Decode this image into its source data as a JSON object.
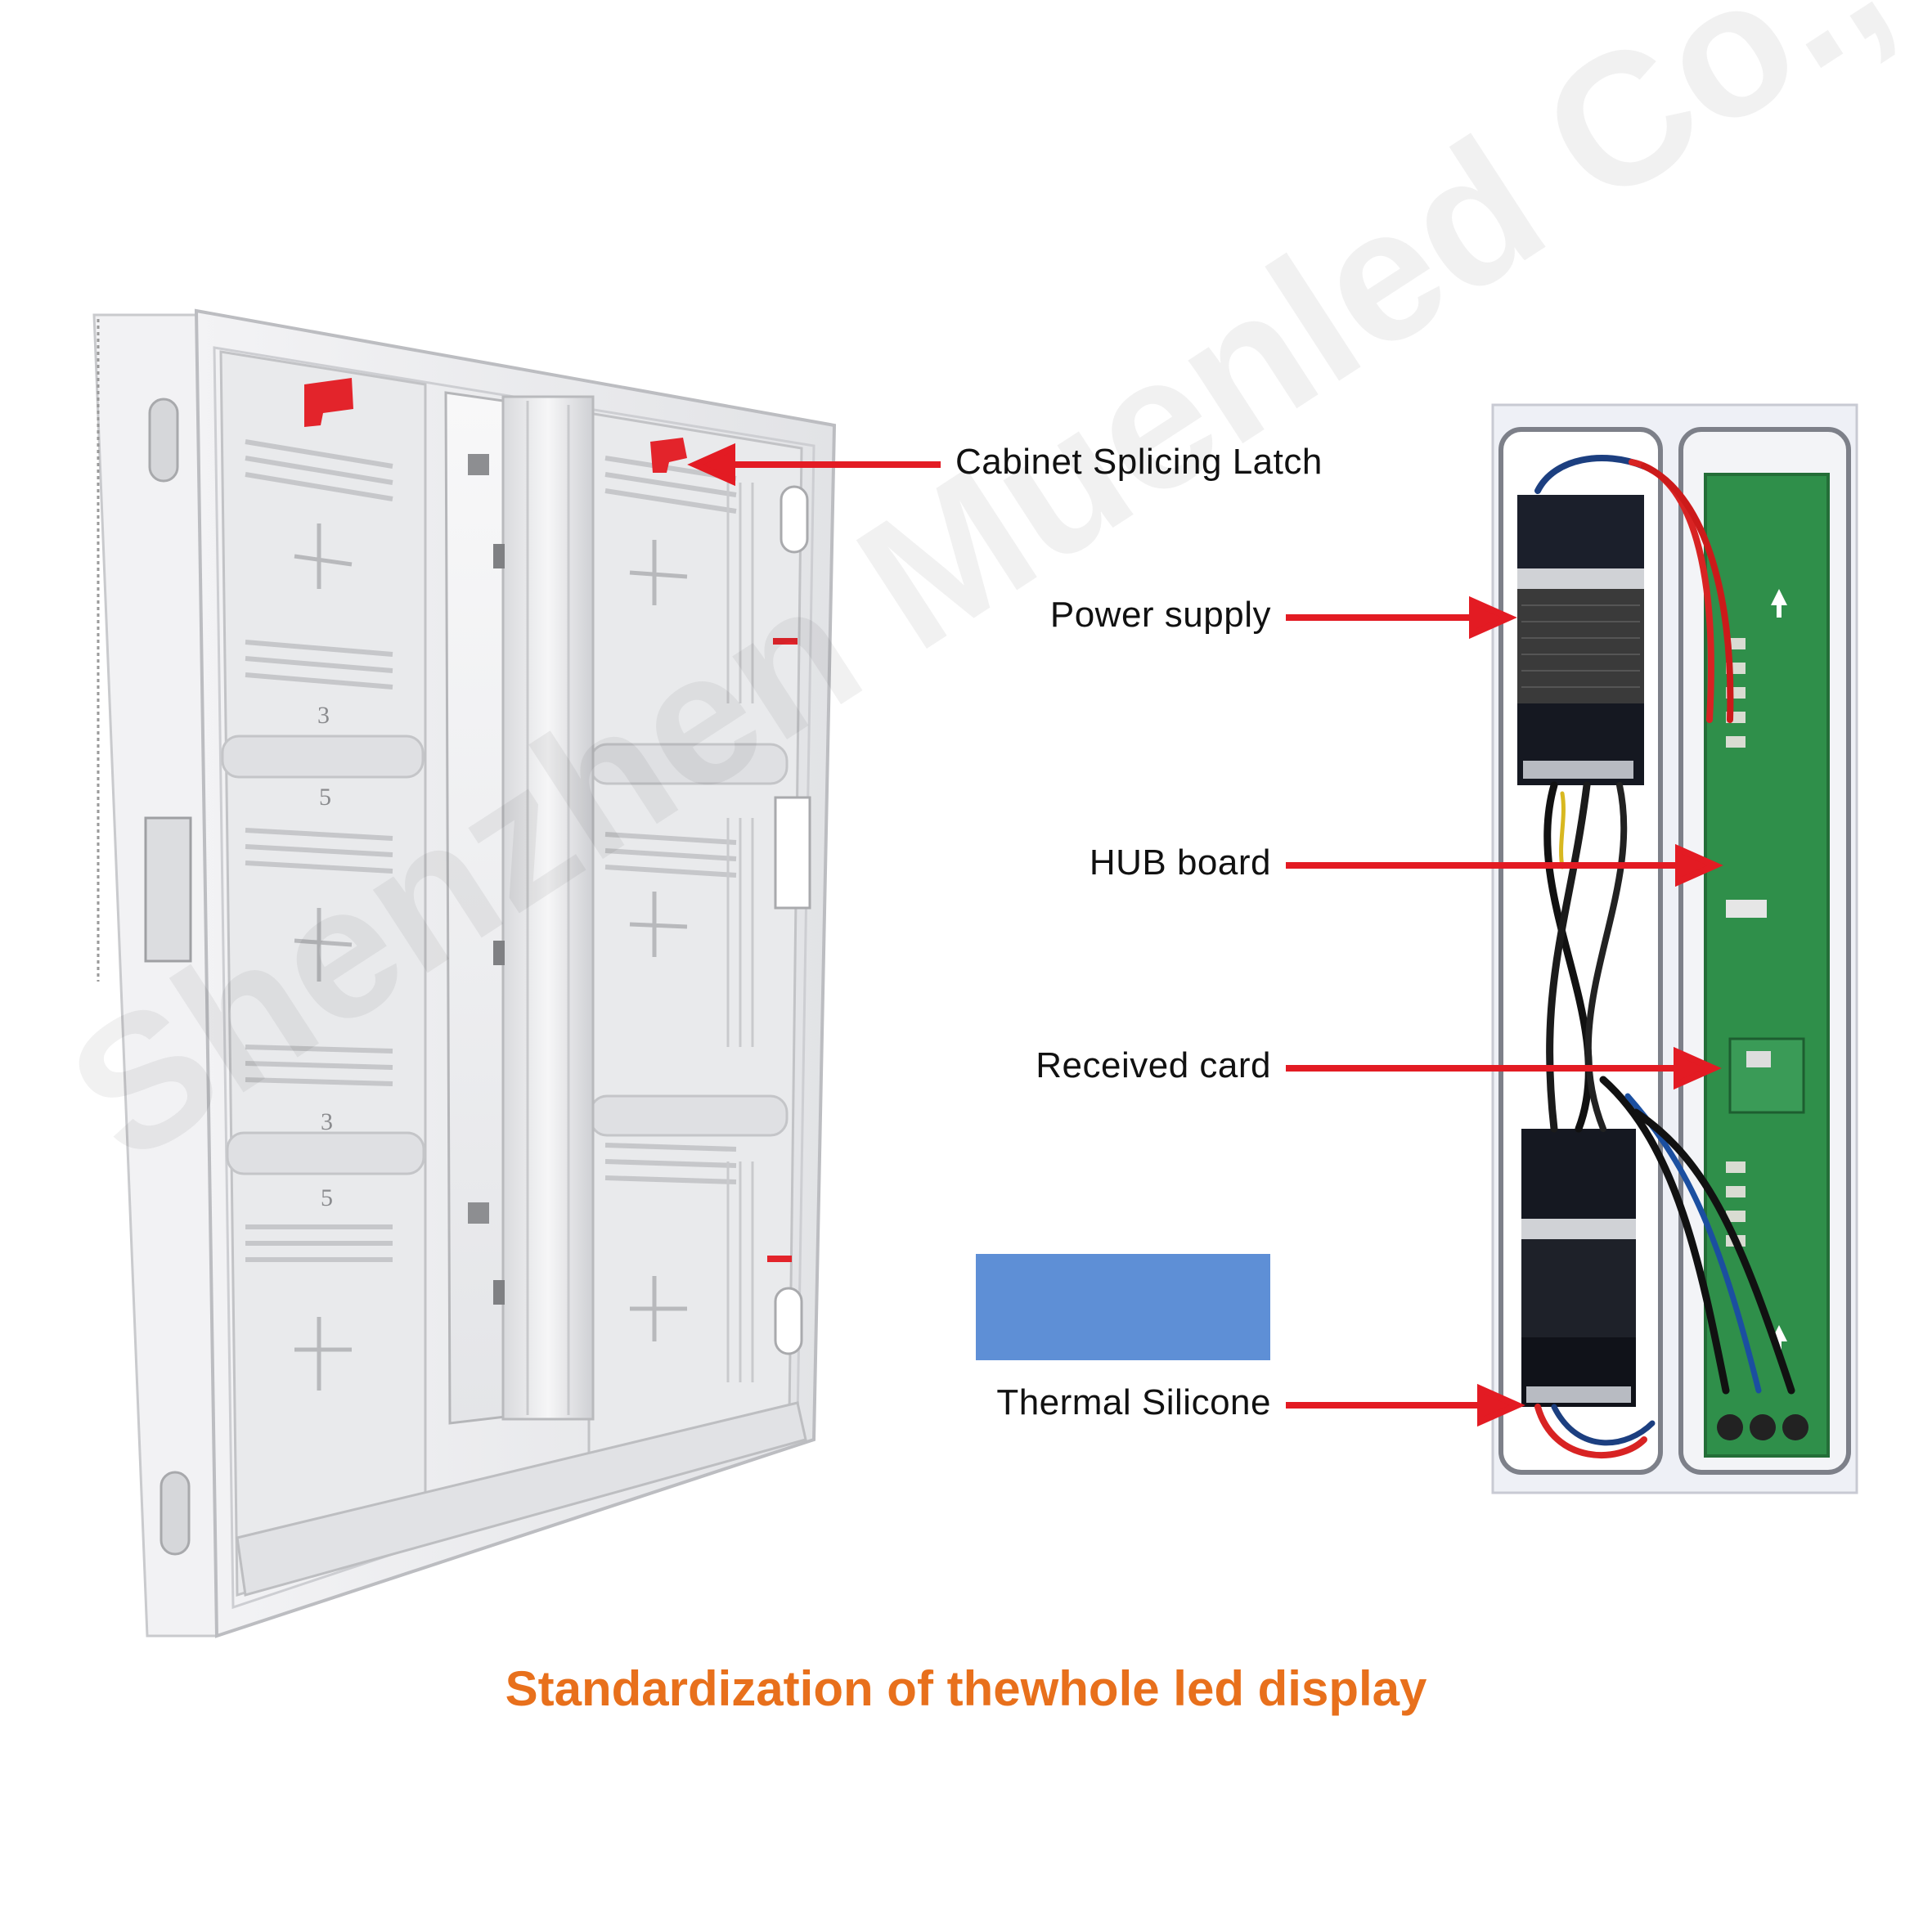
{
  "callouts": {
    "latch": "Cabinet Splicing Latch",
    "power": "Power supply",
    "hub": "HUB board",
    "receiver": "Received card",
    "silicone": "Thermal Silicone"
  },
  "caption": "Standardization of thewhole led display",
  "watermark": "Shenzhen Muenled Co.,",
  "cabinet_markings": {
    "num_3a": "3",
    "num_5a": "5",
    "num_3b": "3",
    "num_5b": "5"
  },
  "colors": {
    "arrow": "#e31b23",
    "caption": "#e8701c",
    "silicone": "#5e8fd6",
    "pcb": "#2f8f4a",
    "cabinet": "#e6e7ea"
  }
}
